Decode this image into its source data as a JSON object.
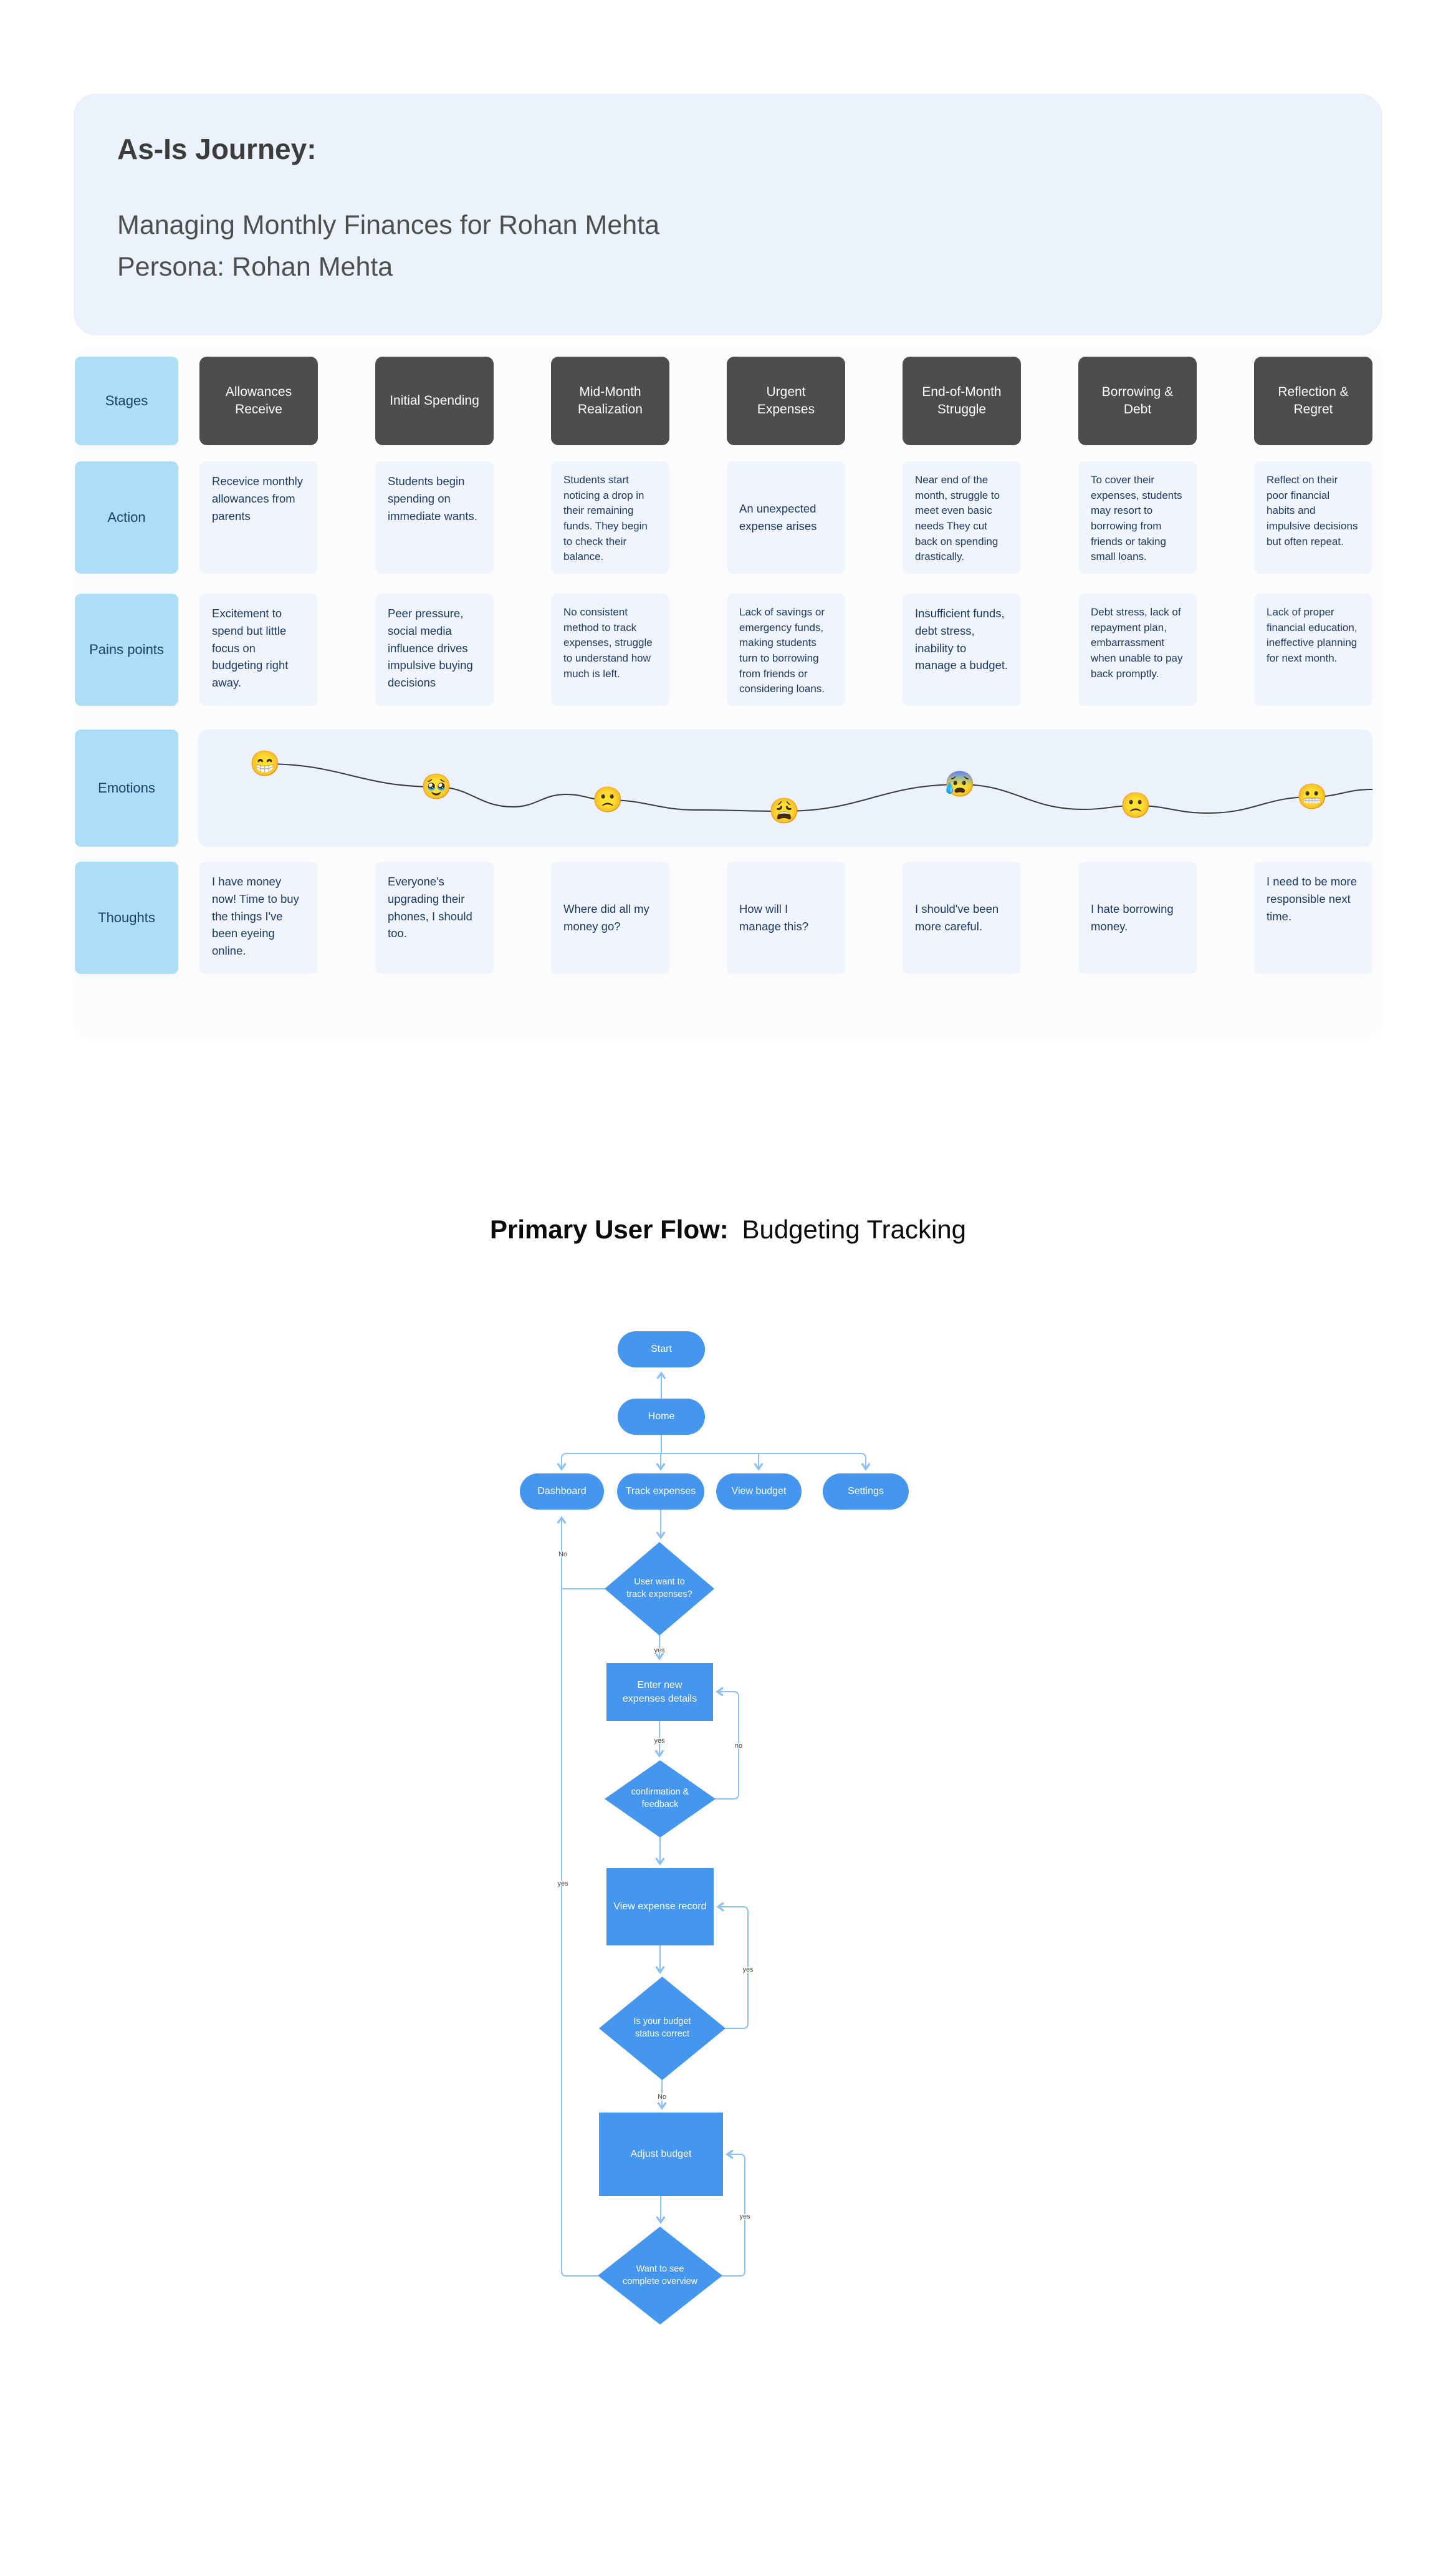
{
  "journey": {
    "title": "As-Is Journey:",
    "subtitle_line1": "Managing Monthly Finances for Rohan Mehta",
    "subtitle_line2": "Persona: Rohan Mehta",
    "row_labels": {
      "stages": "Stages",
      "action": "Action",
      "pains": "Pains points",
      "emotions": "Emotions",
      "thoughts": "Thoughts"
    },
    "stages": [
      "Allowances Receive",
      "Initial Spending",
      "Mid-Month Realization",
      "Urgent Expenses",
      "End-of-Month Struggle",
      "Borrowing & Debt",
      "Reflection & Regret"
    ],
    "actions": [
      "Recevice monthly allowances from parents",
      "Students begin spending on immediate wants.",
      "Students start noticing a drop in their remaining funds. They begin to check their balance.",
      "An unexpected expense arises",
      "Near  end of the month, struggle to meet even basic needs They cut back on spending drastically.",
      "To cover their expenses, students may resort to borrowing from friends or taking small loans.",
      "Reflect on their poor financial habits and impulsive decisions but often repeat."
    ],
    "pains": [
      "Excitement to spend but little focus on budgeting right away.",
      "Peer pressure, social media influence drives impulsive buying decisions",
      "No consistent method to track expenses, struggle to understand how much is left.",
      "Lack of savings or emergency funds, making students turn to borrowing from friends or considering loans.",
      "Insufficient funds, debt stress, inability to manage a budget.",
      "Debt stress, lack of repayment plan, embarrassment when unable to pay back promptly.",
      "Lack of proper financial education, ineffective planning for next month."
    ],
    "emotions": [
      "😁",
      "🥹",
      "🙁",
      "😩",
      "😰",
      "🙁",
      "😬"
    ],
    "thoughts": [
      "I have money now! Time to buy the things I've been eyeing online.",
      "Everyone's upgrading their phones, I should too.",
      "Where did all my money go?",
      "How will I manage this?",
      "I should've been more careful.",
      "I hate borrowing money.",
      "I need to be more responsible next time."
    ]
  },
  "flow": {
    "heading_bold": "Primary User Flow:",
    "heading_regular": "Budgeting Tracking",
    "nodes": {
      "start": "Start",
      "home": "Home",
      "dashboard": "Dashboard",
      "track_expenses": "Track expenses",
      "view_budget": "View budget",
      "settings": "Settings",
      "d_track": "User want to track expenses?",
      "r_enter": "Enter new expenses details",
      "d_confirm": "confirmation & feedback",
      "r_view": "View expense record",
      "d_status": "Is your budget status correct",
      "r_adjust": "Adjust budget",
      "d_overview": "Want to see complete overview"
    },
    "edge_labels": {
      "d1_yes": "yes",
      "d1_no": "No",
      "r1_yes": "yes",
      "loop_enter_no": "no",
      "left_yes": "yes",
      "loop_view_yes": "yes",
      "d3_no": "No",
      "loop_adjust_yes": "yes"
    }
  },
  "colors": {
    "header_card_bg": "#ECF2FC",
    "stage_box_bg": "#4D4D4D",
    "row_label_bg": "#AEDDF8",
    "cell_bg": "#EFF4FD",
    "cell_text": "#1E3A66",
    "flow_node_blue": "#4596EF",
    "connector_blue": "#8BC0F8",
    "emotion_line": "#3A3A3A"
  }
}
